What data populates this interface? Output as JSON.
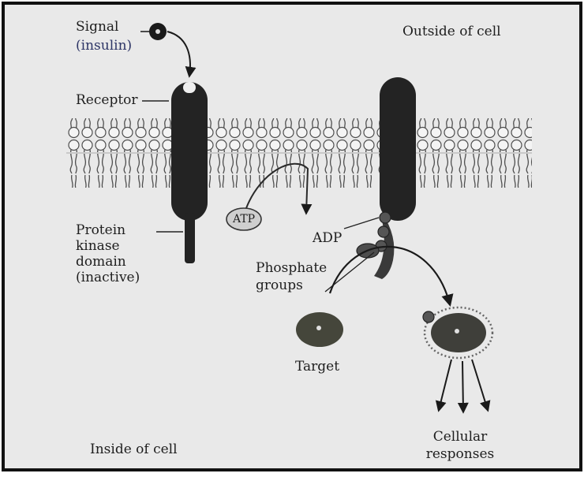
{
  "labels": {
    "signal": "Signal",
    "insulin": "(insulin)",
    "outside": "Outside of cell",
    "receptor": "Receptor",
    "atp": "ATP",
    "adp": "ADP",
    "protein_kinase_line1": "Protein",
    "protein_kinase_line2": "kinase",
    "protein_kinase_line3": "domain",
    "protein_kinase_line4": "(inactive)",
    "phosphate_line1": "Phosphate",
    "phosphate_line2": "groups",
    "target": "Target",
    "cellular_line1": "Cellular",
    "cellular_line2": "responses",
    "inside": "Inside of cell"
  },
  "colors": {
    "background": "#e9e9e9",
    "frame": "#111111",
    "receptor": "#222222",
    "membrane_line": "#5a5a5a",
    "target": "#4a4a3e",
    "label_text": "#1e1e1e",
    "insulin_text": "#2d3566"
  }
}
